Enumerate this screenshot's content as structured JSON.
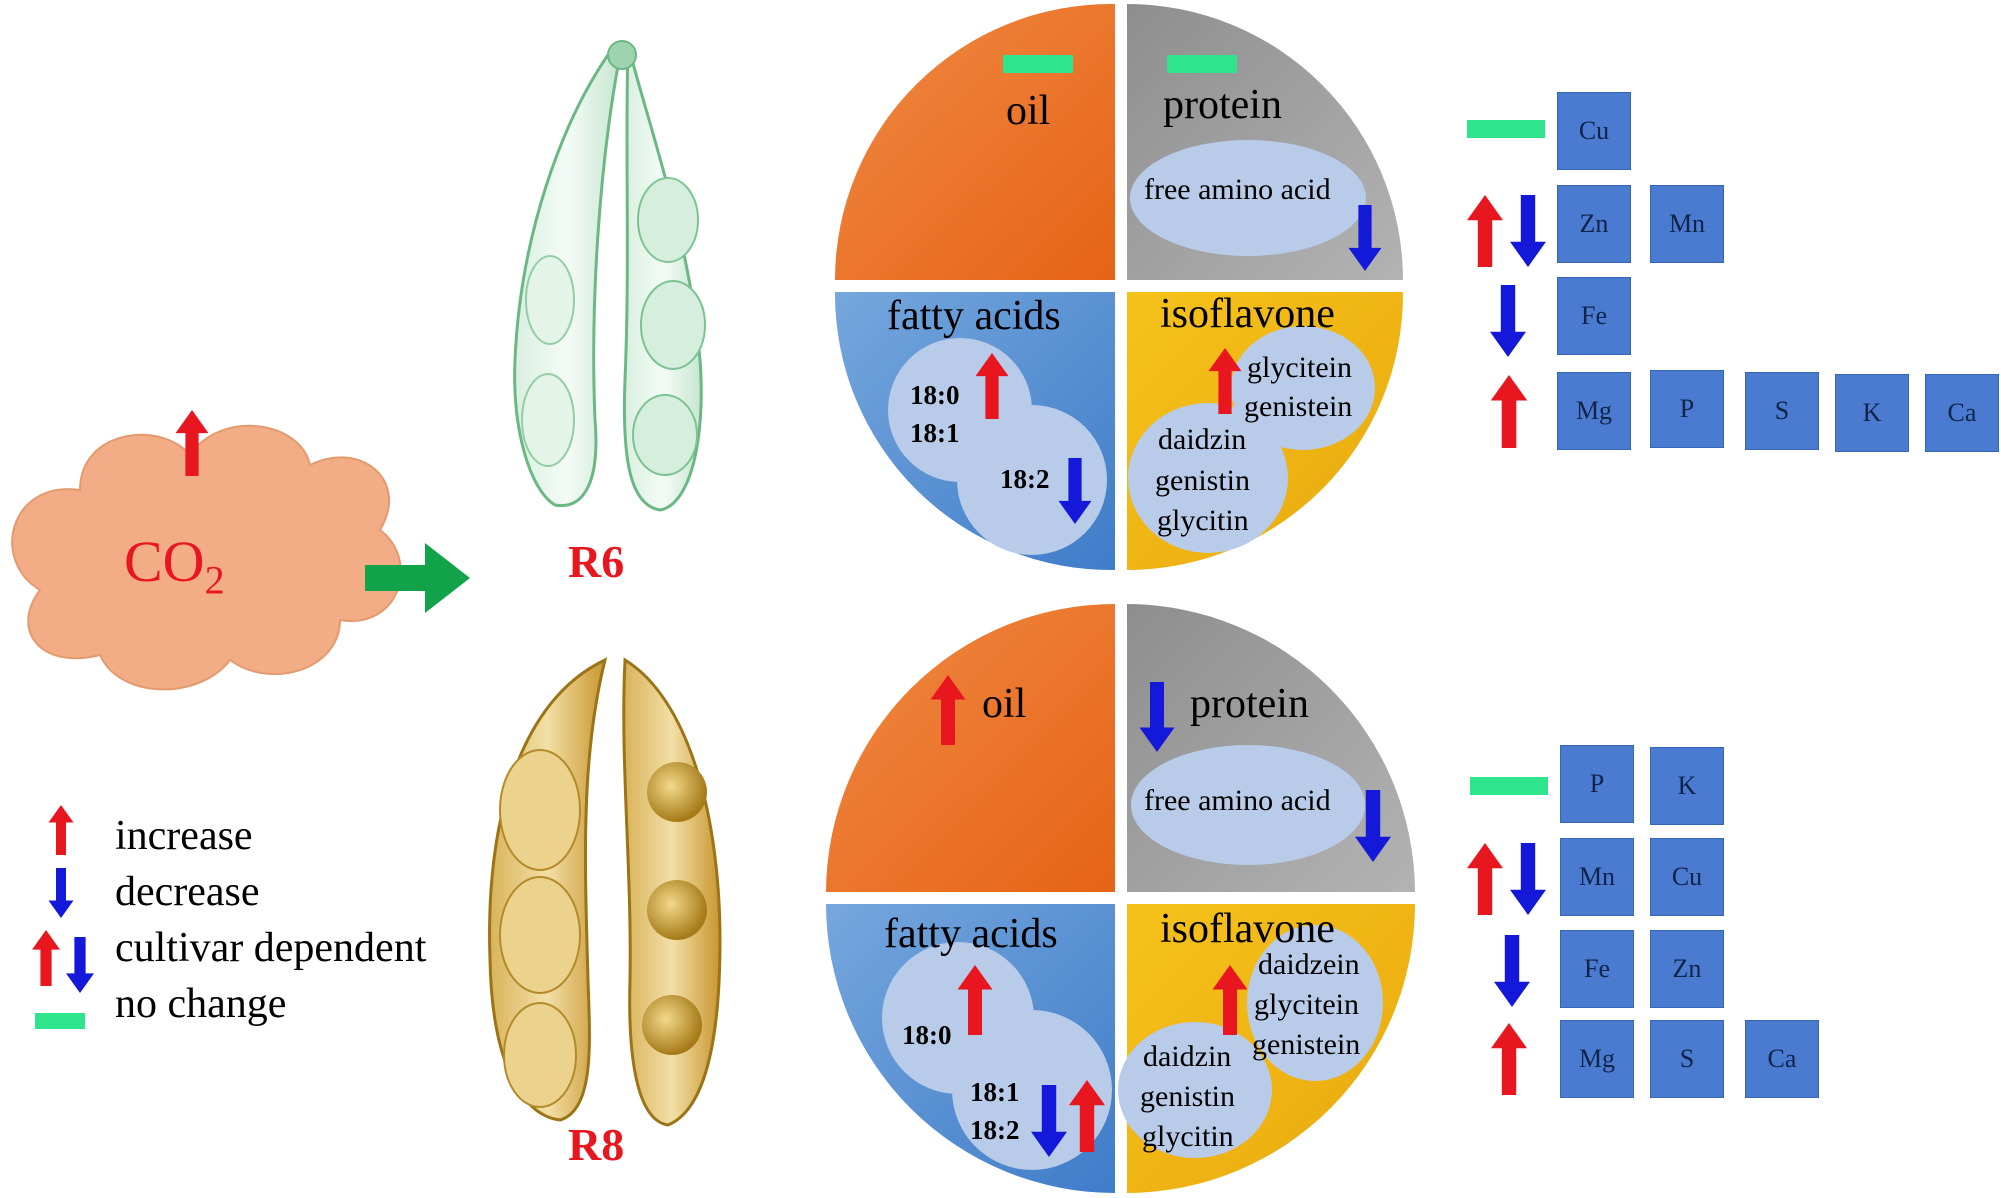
{
  "source": {
    "label_main": "CO",
    "label_sub": "2"
  },
  "stages": [
    {
      "label": "R6"
    },
    {
      "label": "R8"
    }
  ],
  "panels": {
    "r6": {
      "oil": "oil",
      "protein": "protein",
      "free_amino": "free amino acid",
      "fatty": "fatty acids",
      "fa_a": "18:0",
      "fa_b": "18:1",
      "fa_c": "18:2",
      "isoflavone": "isoflavone",
      "iso_up_1": "glycitein",
      "iso_up_2": "genistein",
      "iso_other_1": "daidzin",
      "iso_other_2": "genistin",
      "iso_other_3": "glycitin"
    },
    "r8": {
      "oil": "oil",
      "protein": "protein",
      "free_amino": "free amino acid",
      "fatty": "fatty acids",
      "fa_a": "18:0",
      "fa_b": "18:1",
      "fa_c": "18:2",
      "isoflavone": "isoflavone",
      "iso_up_1": "daidzein",
      "iso_up_2": "glycitein",
      "iso_up_3": "genistein",
      "iso_other_1": "daidzin",
      "iso_other_2": "genistin",
      "iso_other_3": "glycitin"
    }
  },
  "minerals": {
    "r6": {
      "no_change": [
        "Cu"
      ],
      "cultivar_dependent": [
        "Zn",
        "Mn"
      ],
      "decrease": [
        "Fe"
      ],
      "increase": [
        "Mg",
        "P",
        "S",
        "K",
        "Ca"
      ]
    },
    "r8": {
      "no_change": [
        "P",
        "K"
      ],
      "cultivar_dependent": [
        "Mn",
        "Cu"
      ],
      "decrease": [
        "Fe",
        "Zn"
      ],
      "increase": [
        "Mg",
        "S",
        "Ca"
      ]
    }
  },
  "legend": {
    "increase": "increase",
    "decrease": "decrease",
    "cultivar": "cultivar dependent",
    "no_change": "no change"
  },
  "colors": {
    "increase_arrow": "#e8161e",
    "decrease_arrow": "#1418d8",
    "no_change_bar": "#2ee58e",
    "transition_arrow": "#12a24a",
    "cloud": "#f2ad86",
    "oil": "#ec7225",
    "protein": "#a4a4a4",
    "fatty_acids": "#4b86cf",
    "isoflavone": "#f3b713",
    "bubble": "#b8cbe8",
    "element_box": "#4a7bd0"
  }
}
